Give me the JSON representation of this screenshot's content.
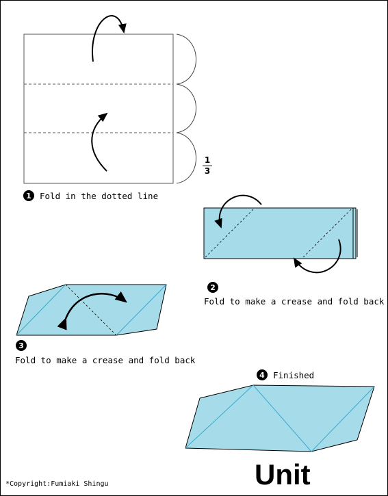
{
  "steps": [
    {
      "number": "1",
      "caption": "Fold in the dotted line"
    },
    {
      "number": "2",
      "caption": "Fold to make a crease and fold back"
    },
    {
      "number": "3",
      "caption": "Fold to make a crease and fold back"
    },
    {
      "number": "4",
      "caption": "Finished"
    }
  ],
  "fraction": {
    "numerator": "1",
    "denominator": "3"
  },
  "title": "Unit",
  "copyright": "*Copyright:Fumiaki Shingu",
  "colors": {
    "paper": "#a6dcea",
    "crease": "#3aa9cc",
    "outline": "#000000"
  }
}
